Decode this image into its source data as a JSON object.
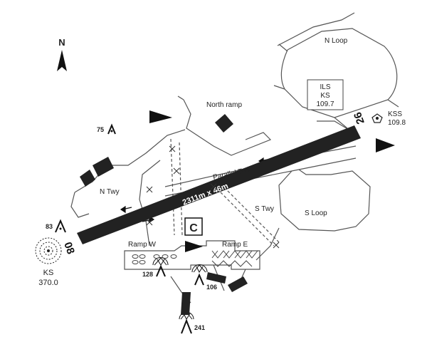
{
  "north": "N",
  "runway": {
    "label": "2311m x 46m",
    "end_west": "08",
    "end_east": "26"
  },
  "taxiways": {
    "parallel": "Parallel Twy",
    "north": "N Twy",
    "south": "S Twy"
  },
  "areas": {
    "north_ramp": "North ramp",
    "n_loop": "N Loop",
    "s_loop": "S Loop",
    "ramp_w": "Ramp W",
    "ramp_e": "Ramp E"
  },
  "ils": {
    "line1": "ILS",
    "line2": "KS",
    "line3": "109.7"
  },
  "navaids": {
    "kss_name": "KSS",
    "kss_freq": "109.8",
    "ndb_name": "KS",
    "ndb_freq": "370.0"
  },
  "control_tower_letter": "C",
  "obstacles": [
    "75",
    "83",
    "128",
    "106",
    "241"
  ]
}
